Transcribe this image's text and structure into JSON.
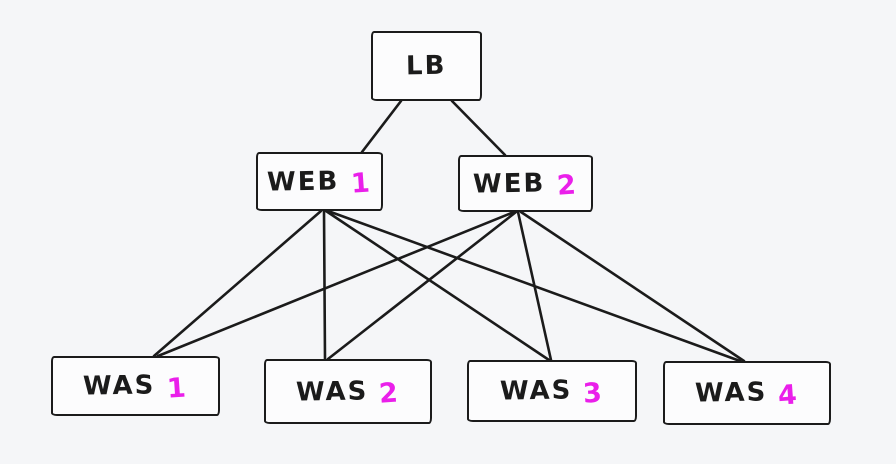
{
  "colors": {
    "background": "#f5f6f8",
    "node_fill": "#fcfcfd",
    "stroke": "#1b1b1b",
    "number_accent": "#ea1fea"
  },
  "diagram": {
    "type": "architecture-diagram",
    "style": "hand-drawn",
    "nodes": {
      "lb": {
        "label": "LB",
        "number": ""
      },
      "web1": {
        "label": "WEB",
        "number": "1"
      },
      "web2": {
        "label": "WEB",
        "number": "2"
      },
      "was1": {
        "label": "WAS",
        "number": "1"
      },
      "was2": {
        "label": "WAS",
        "number": "2"
      },
      "was3": {
        "label": "WAS",
        "number": "3"
      },
      "was4": {
        "label": "WAS",
        "number": "4"
      }
    },
    "edges": [
      {
        "from": "LB",
        "to": "WEB 1"
      },
      {
        "from": "LB",
        "to": "WEB 2"
      },
      {
        "from": "WEB 1",
        "to": "WAS 1"
      },
      {
        "from": "WEB 1",
        "to": "WAS 2"
      },
      {
        "from": "WEB 1",
        "to": "WAS 3"
      },
      {
        "from": "WEB 1",
        "to": "WAS 4"
      },
      {
        "from": "WEB 2",
        "to": "WAS 1"
      },
      {
        "from": "WEB 2",
        "to": "WAS 2"
      },
      {
        "from": "WEB 2",
        "to": "WAS 3"
      },
      {
        "from": "WEB 2",
        "to": "WAS 4"
      }
    ]
  }
}
